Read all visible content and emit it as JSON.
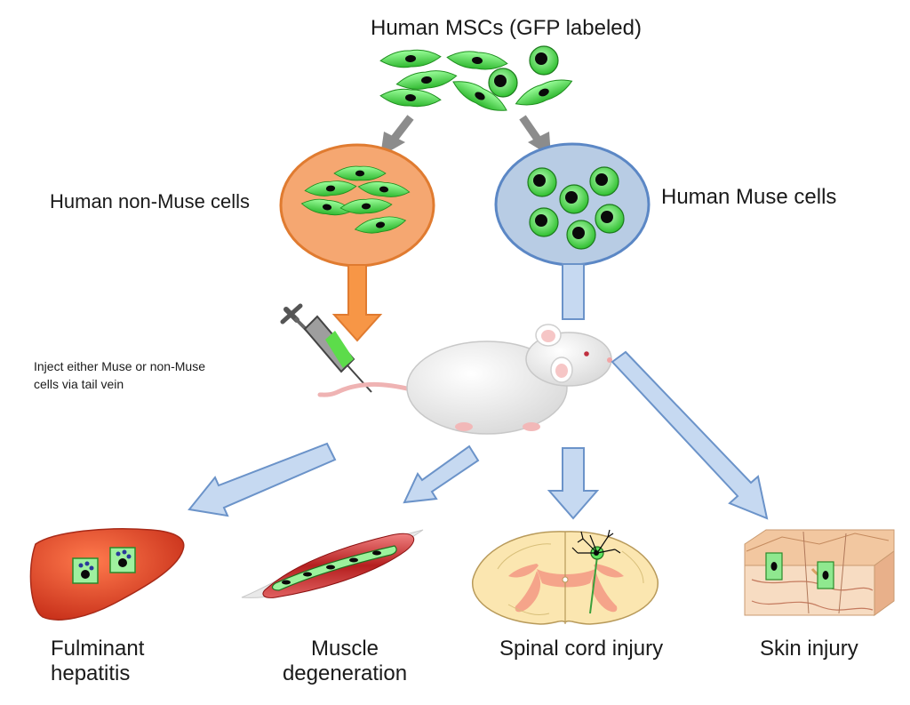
{
  "labels": {
    "source": "Human MSCs (GFP labeled)",
    "non_muse": "Human non-Muse cells",
    "muse": "Human Muse cells",
    "injection_line1": "Inject either Muse or non-Muse",
    "injection_line2": "cells via tail vein",
    "target_liver_line1": "Fulminant",
    "target_liver_line2": "hepatitis",
    "target_muscle_line1": "Muscle",
    "target_muscle_line2": "degeneration",
    "target_spinal": "Spinal cord injury",
    "target_skin": "Skin injury"
  },
  "colors": {
    "gfp_cell": "#4cd94c",
    "non_muse_fill": "#f5a771",
    "non_muse_border": "#e07b30",
    "muse_fill": "#b8cce4",
    "muse_border": "#5b87c5",
    "arrow_gray": "#8c8c8c",
    "arrow_orange": "#f79646",
    "arrow_blue_fill": "#c6d9f1",
    "arrow_blue_border": "#6b93c9"
  }
}
